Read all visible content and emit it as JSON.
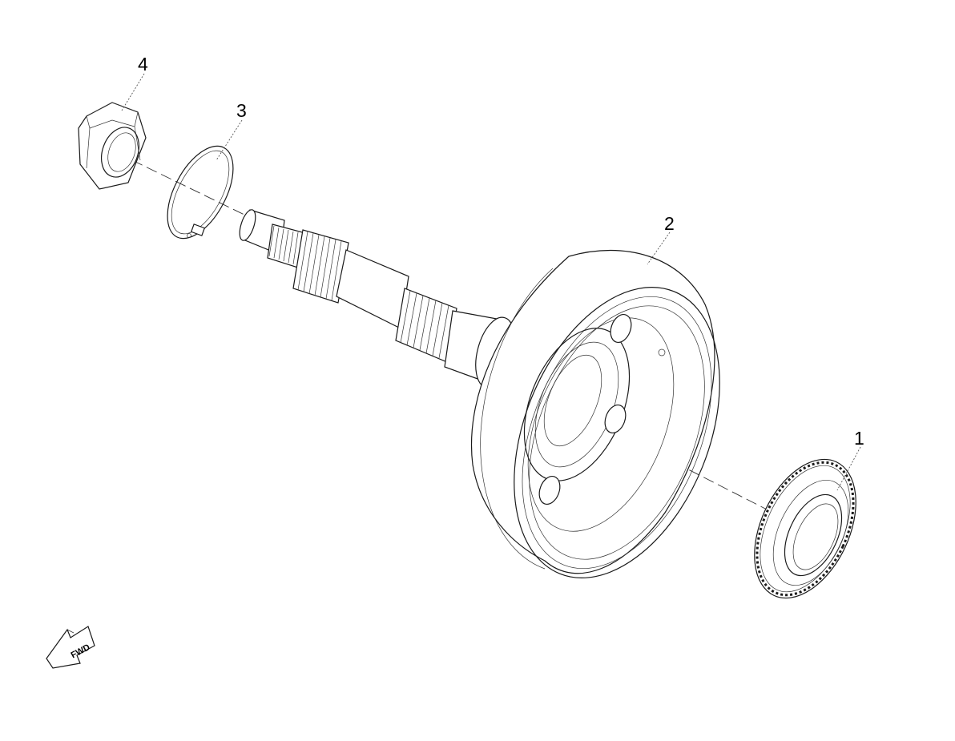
{
  "parts": [
    {
      "id": "1",
      "label": "1"
    },
    {
      "id": "2",
      "label": "2"
    },
    {
      "id": "3",
      "label": "3"
    },
    {
      "id": "4",
      "label": "4"
    }
  ],
  "fwd_indicator": {
    "text": "FWD"
  },
  "line_color": "#1a1a1a",
  "background": "#ffffff"
}
